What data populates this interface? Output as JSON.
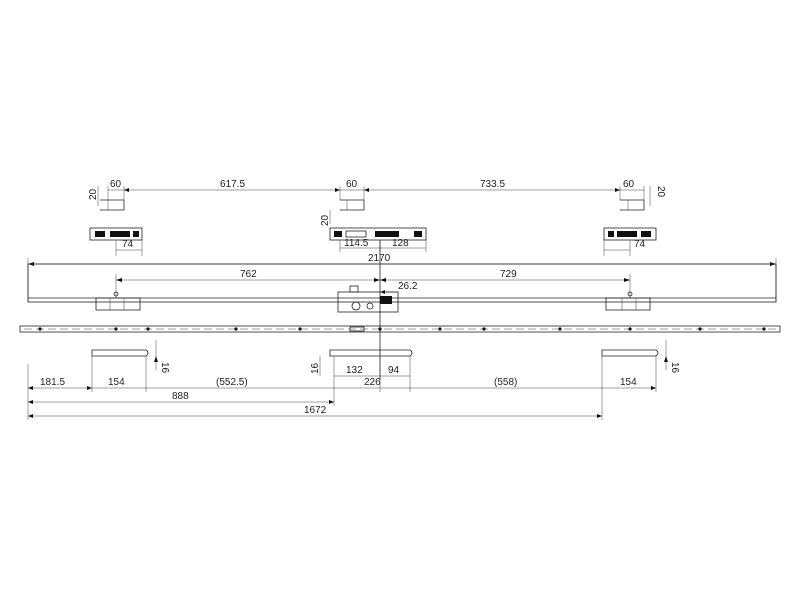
{
  "dimensions": {
    "d60_left": "60",
    "d617_5": "617.5",
    "d60_mid": "60",
    "d733_5": "733.5",
    "d60_right": "60",
    "d20_left": "20",
    "d20_mid": "20",
    "d20_right": "20",
    "d74_left": "74",
    "d114_5": "114.5",
    "d128": "128",
    "d74_right": "74",
    "d2170": "2170",
    "d762": "762",
    "d729": "729",
    "d26_2": "26.2",
    "d16_left": "16",
    "d16_mid": "16",
    "d16_right": "16",
    "d181_5": "181.5",
    "d154_left": "154",
    "d552_5": "(552.5)",
    "d132": "132",
    "d94": "94",
    "d226": "226",
    "d558": "(558)",
    "d154_right": "154",
    "d888": "888",
    "d1672": "1672"
  }
}
